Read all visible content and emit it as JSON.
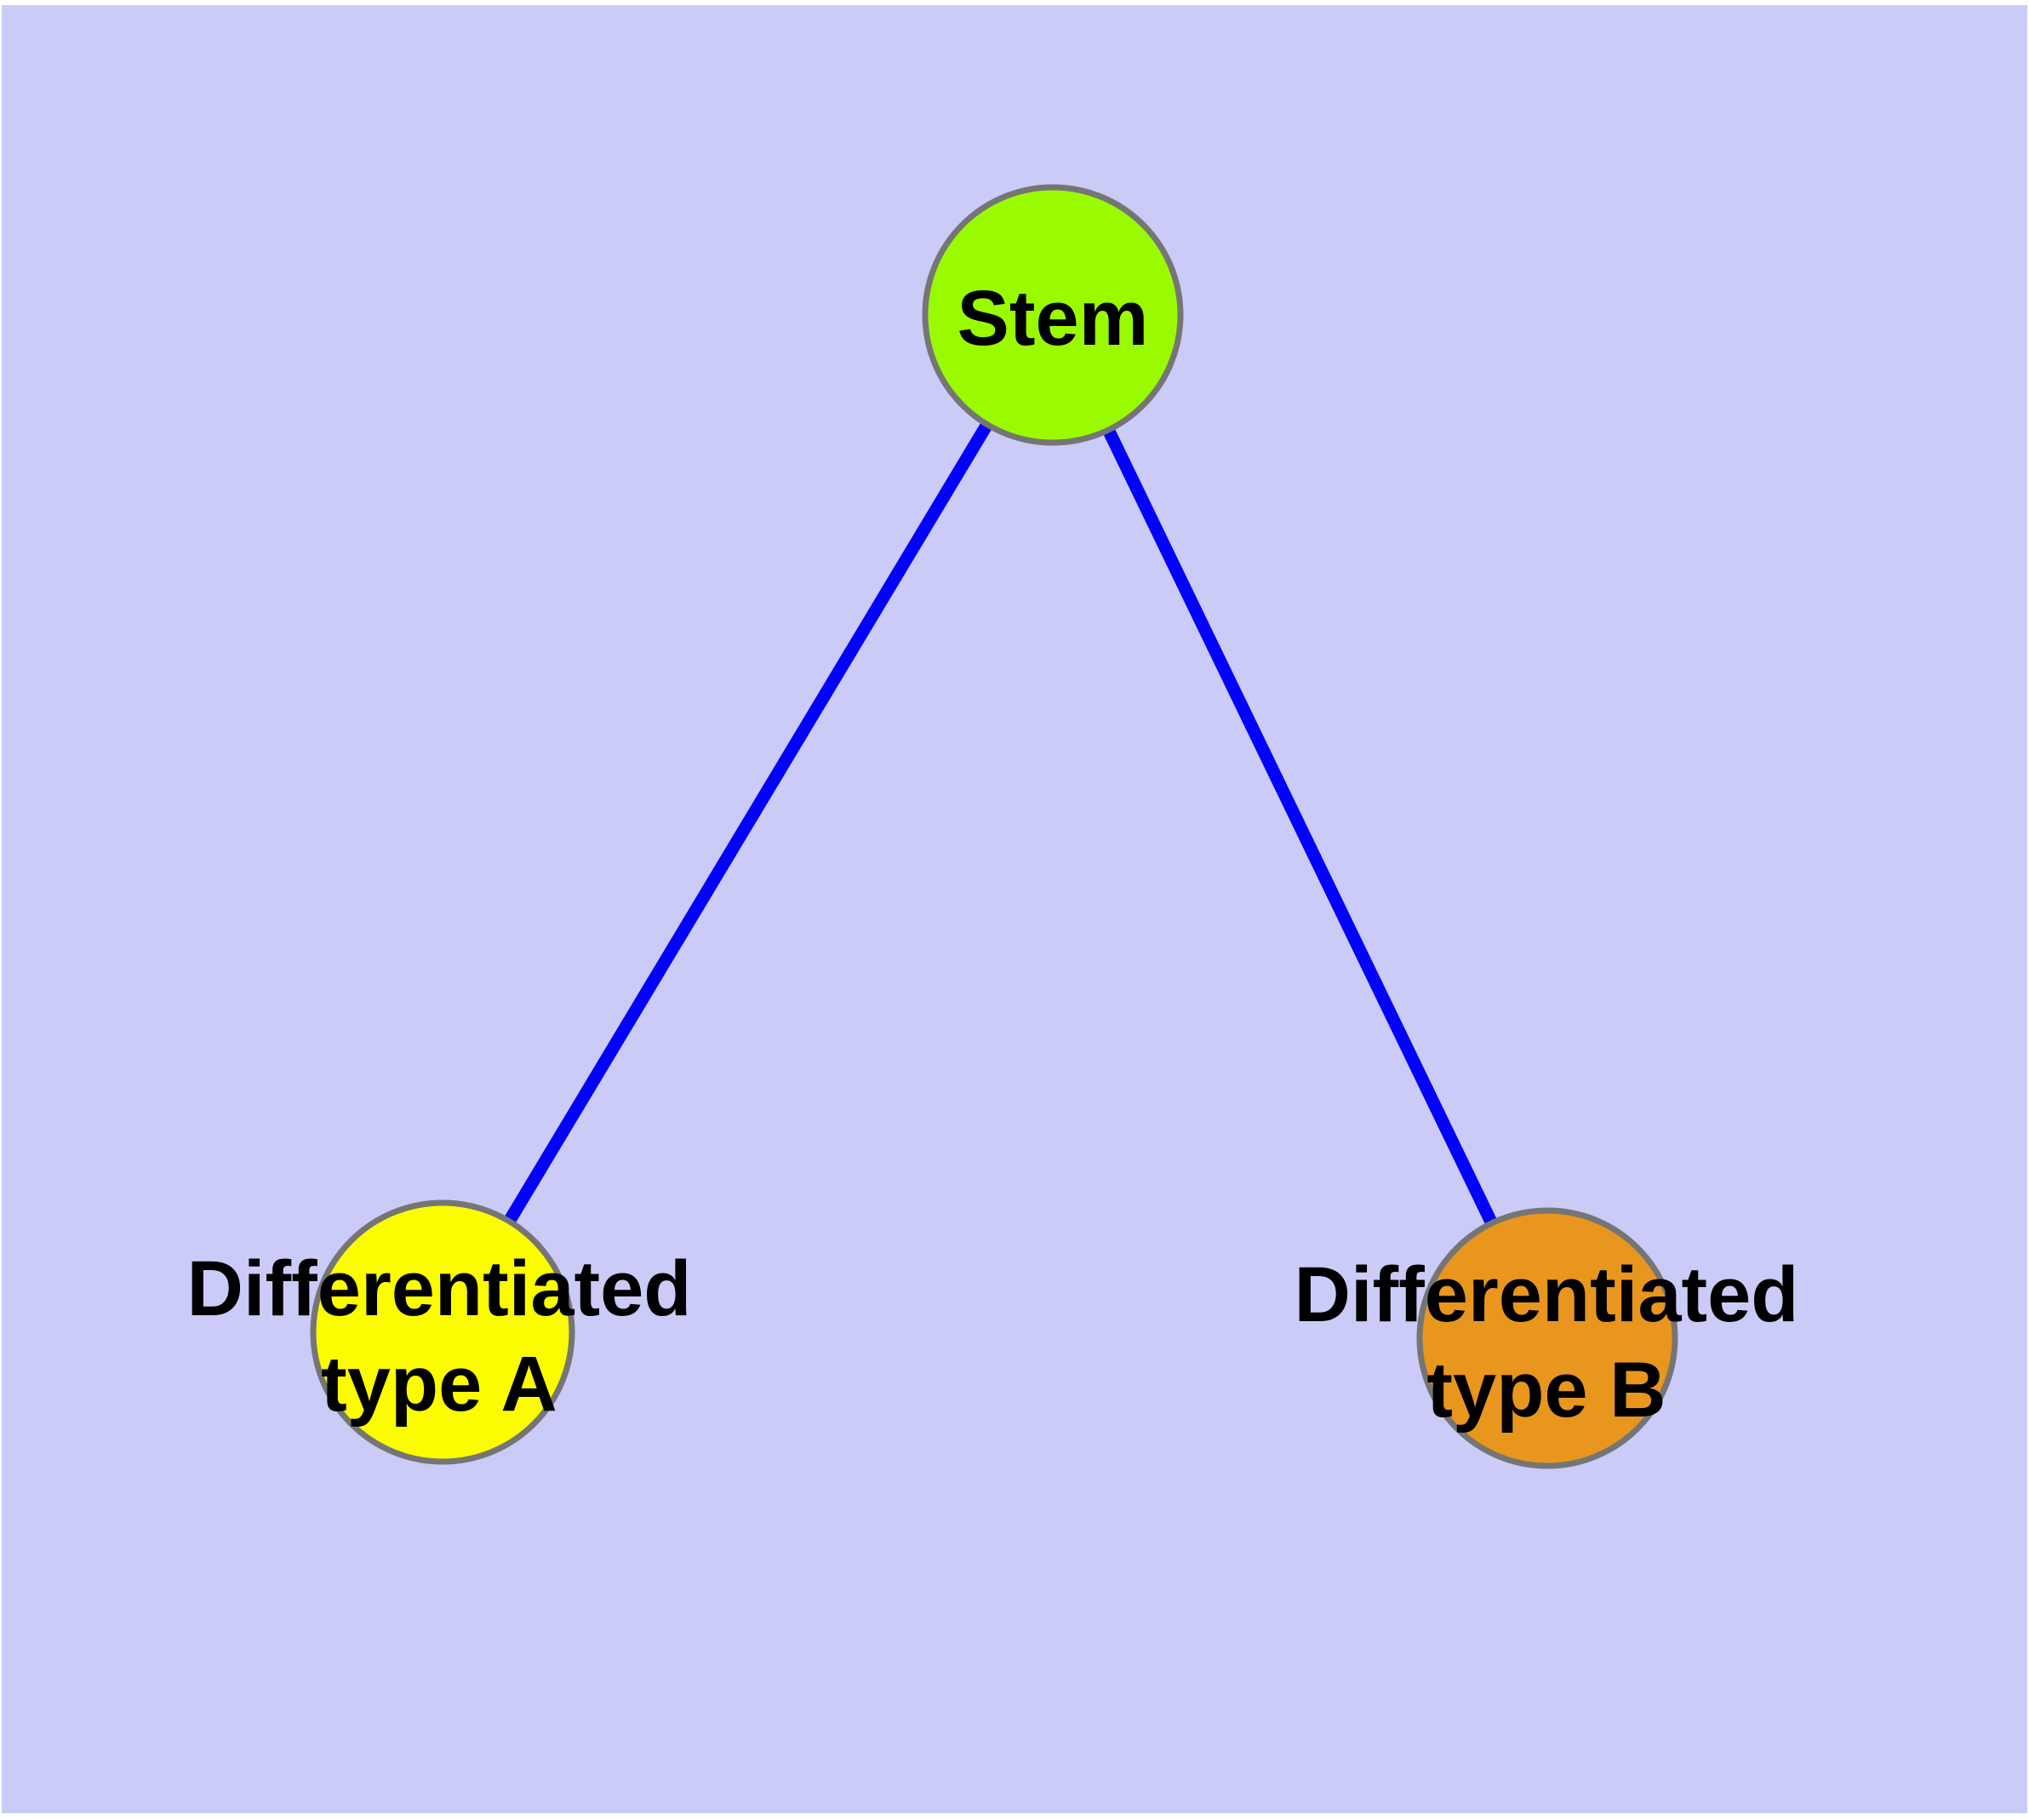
{
  "diagram": {
    "type": "graph",
    "background_color": "#CBCBF8",
    "frame_color": "#FFFFFF",
    "edge_color": "#0202FA",
    "node_border_color": "#757575",
    "label_color": "#000000",
    "nodes": [
      {
        "id": "stem",
        "label": "Stem",
        "line1": "Stem",
        "line2": "",
        "color": "#9AFB00"
      },
      {
        "id": "type-a",
        "label": "Differentiated type A",
        "line1": "Differentiated",
        "line2": "type A",
        "color": "#FCFC00"
      },
      {
        "id": "type-b",
        "label": "Differentiated type B",
        "line1": "Differentiated",
        "line2": "type B",
        "color": "#E8961E"
      }
    ],
    "edges": [
      {
        "from": "stem",
        "to": "type-a"
      },
      {
        "from": "stem",
        "to": "type-b"
      }
    ]
  }
}
